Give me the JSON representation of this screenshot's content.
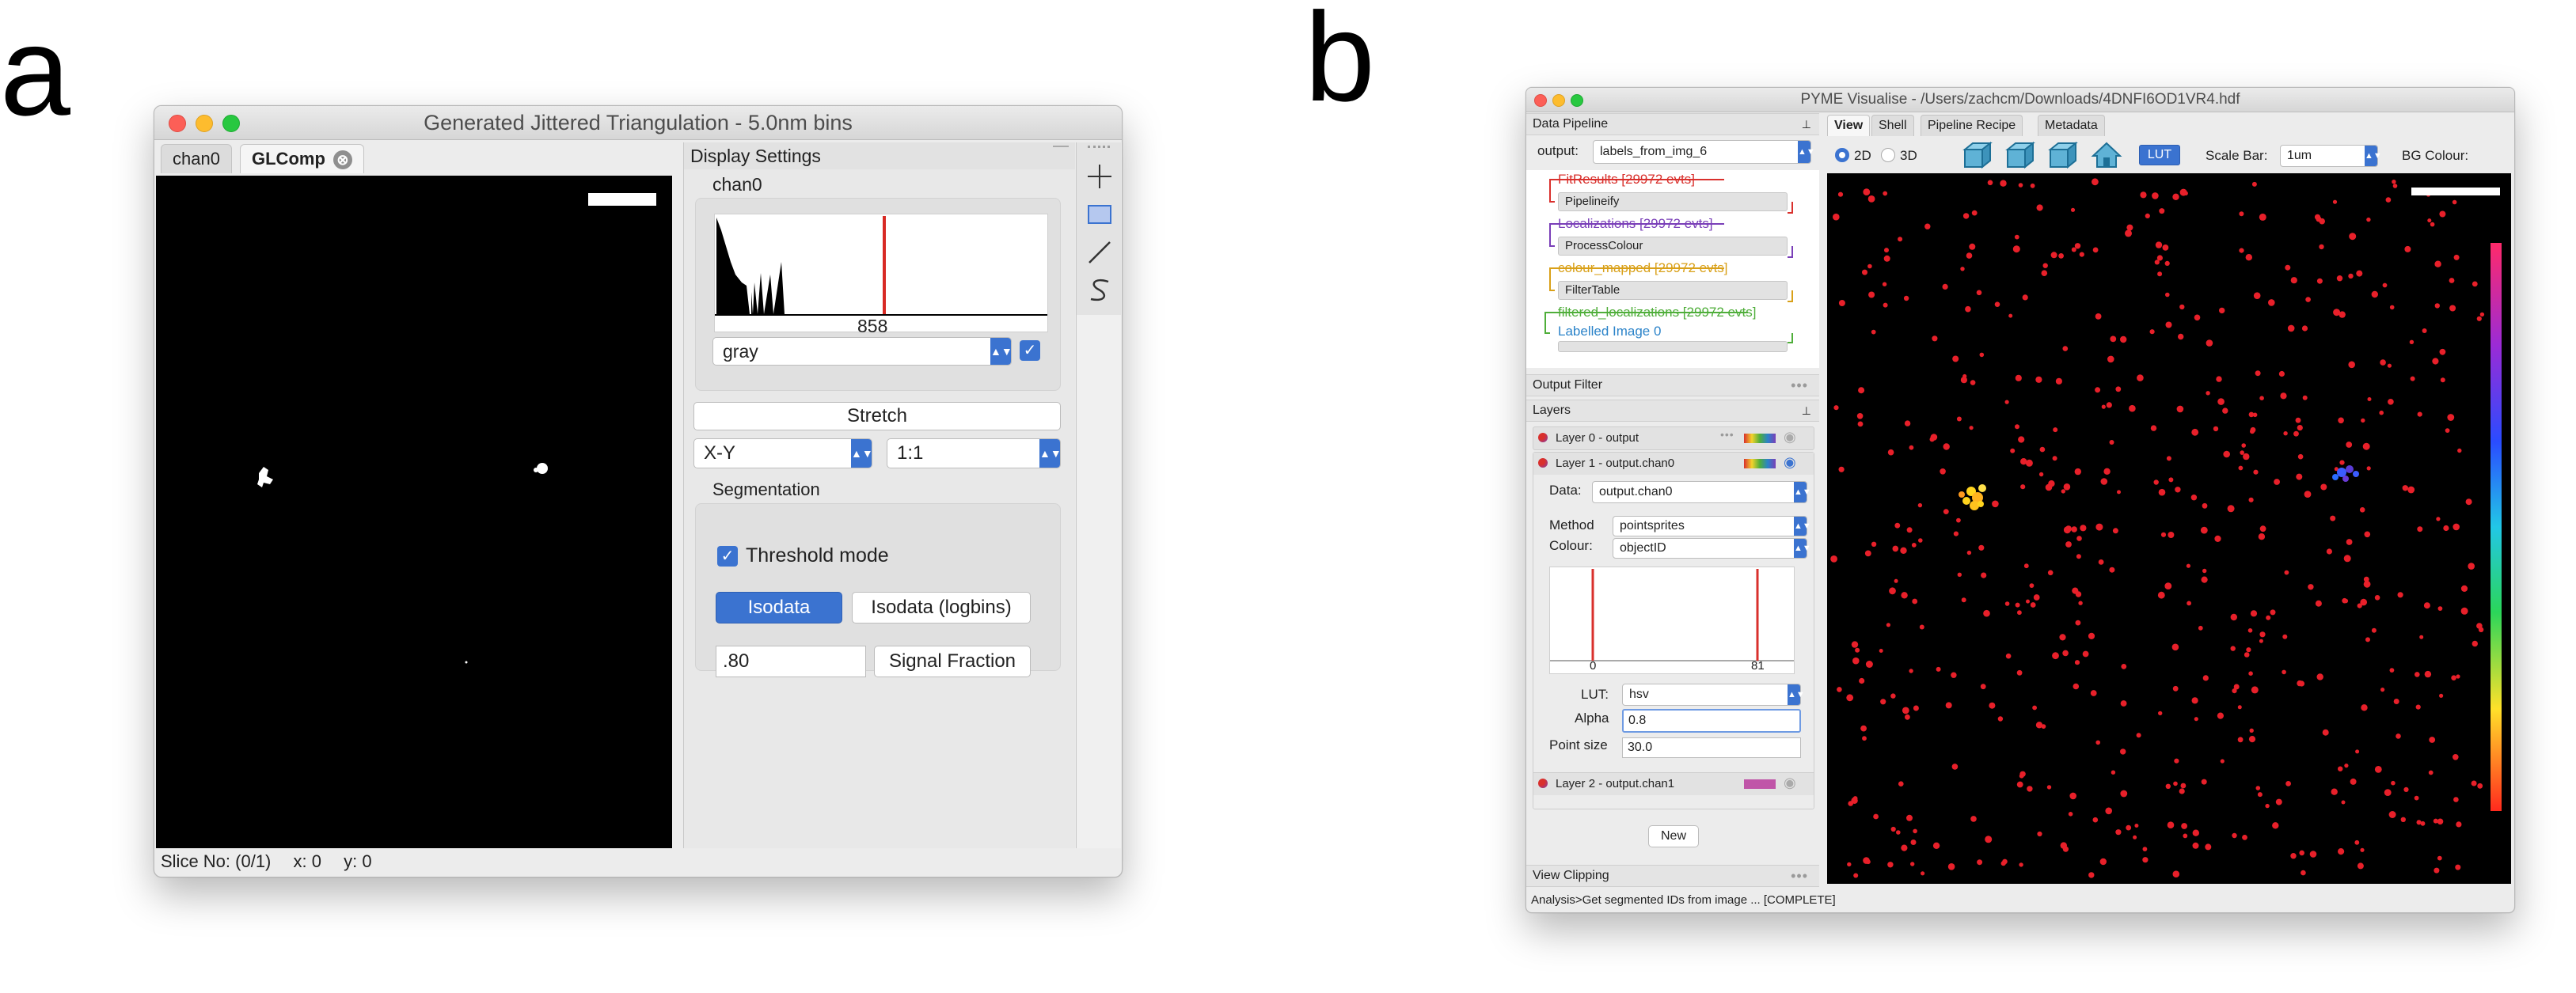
{
  "panel_letters": {
    "a": "a",
    "b": "b"
  },
  "window_a": {
    "title": "Generated Jittered Triangulation - 5.0nm bins",
    "tabs": [
      {
        "label": "chan0"
      },
      {
        "label": "GLComp"
      }
    ],
    "tab_close_glyph": "⊗",
    "status": {
      "slice": "Slice No: (0/1)",
      "x": "x: 0",
      "y": "y: 0"
    },
    "display_settings": {
      "title": "Display Settings",
      "channel": "chan0",
      "histogram_value": "858",
      "colormap": "gray",
      "colormap_checked": true,
      "stretch_button": "Stretch",
      "view_select": "X-Y",
      "scale_select": "1:1",
      "segmentation_title": "Segmentation",
      "threshold_mode_label": "Threshold mode",
      "threshold_mode_checked": true,
      "isodata_button": "Isodata",
      "isodata_logbins_button": "Isodata (logbins)",
      "fraction_value": ".80",
      "signal_fraction_button": "Signal Fraction"
    },
    "toolbar_icons": [
      "crosshair-icon",
      "rectangle-select-icon",
      "line-icon",
      "curve-icon"
    ]
  },
  "window_b": {
    "title": "PYME Visualise - /Users/zachcm/Downloads/4DNFI6OD1VR4.hdf",
    "data_pipeline": {
      "header": "Data Pipeline",
      "output_label": "output:",
      "output_value": "labels_from_img_6",
      "steps": [
        {
          "label": "FitResults [29972 evts]",
          "color": "#d9302c"
        },
        {
          "box": "Pipelineify"
        },
        {
          "label": "Localizations [29972 evts]",
          "color": "#7a3fb8"
        },
        {
          "box": "ProcessColour"
        },
        {
          "label": "colour_mapped [29972 evts]",
          "color": "#d9a018"
        },
        {
          "box": "FilterTable"
        },
        {
          "label": "filtered_localizations [29972 evts]",
          "color": "#4fae3a"
        },
        {
          "label": "Labelled Image 0",
          "color": "#2b83c9"
        }
      ]
    },
    "output_filter_header": "Output Filter",
    "layers": {
      "header": "Layers",
      "layer0": "Layer 0 - output",
      "layer1": "Layer 1 - output.chan0",
      "layer2": "Layer 2 - output.chan1",
      "data_label": "Data:",
      "data_value": "output.chan0",
      "method_label": "Method",
      "method_value": "pointsprites",
      "colour_label": "Colour:",
      "colour_value": "objectID",
      "hist_min": "0",
      "hist_max": "81",
      "lut_label": "LUT:",
      "lut_value": "hsv",
      "alpha_label": "Alpha",
      "alpha_value": "0.8",
      "point_size_label": "Point size",
      "point_size_value": "30.0",
      "new_button": "New"
    },
    "view_clipping_header": "View Clipping",
    "status": "Analysis>Get segmented IDs from image ... [COMPLETE]",
    "tabs": [
      {
        "label": "View"
      },
      {
        "label": "Shell"
      },
      {
        "label": "Pipeline Recipe"
      },
      {
        "label": "Metadata"
      }
    ],
    "view_toolbar": {
      "mode_2d": "2D",
      "mode_3d": "3D",
      "lut_button": "LUT",
      "scale_bar_label": "Scale Bar:",
      "scale_bar_value": "1um",
      "bg_colour_label": "BG Colour:"
    }
  }
}
